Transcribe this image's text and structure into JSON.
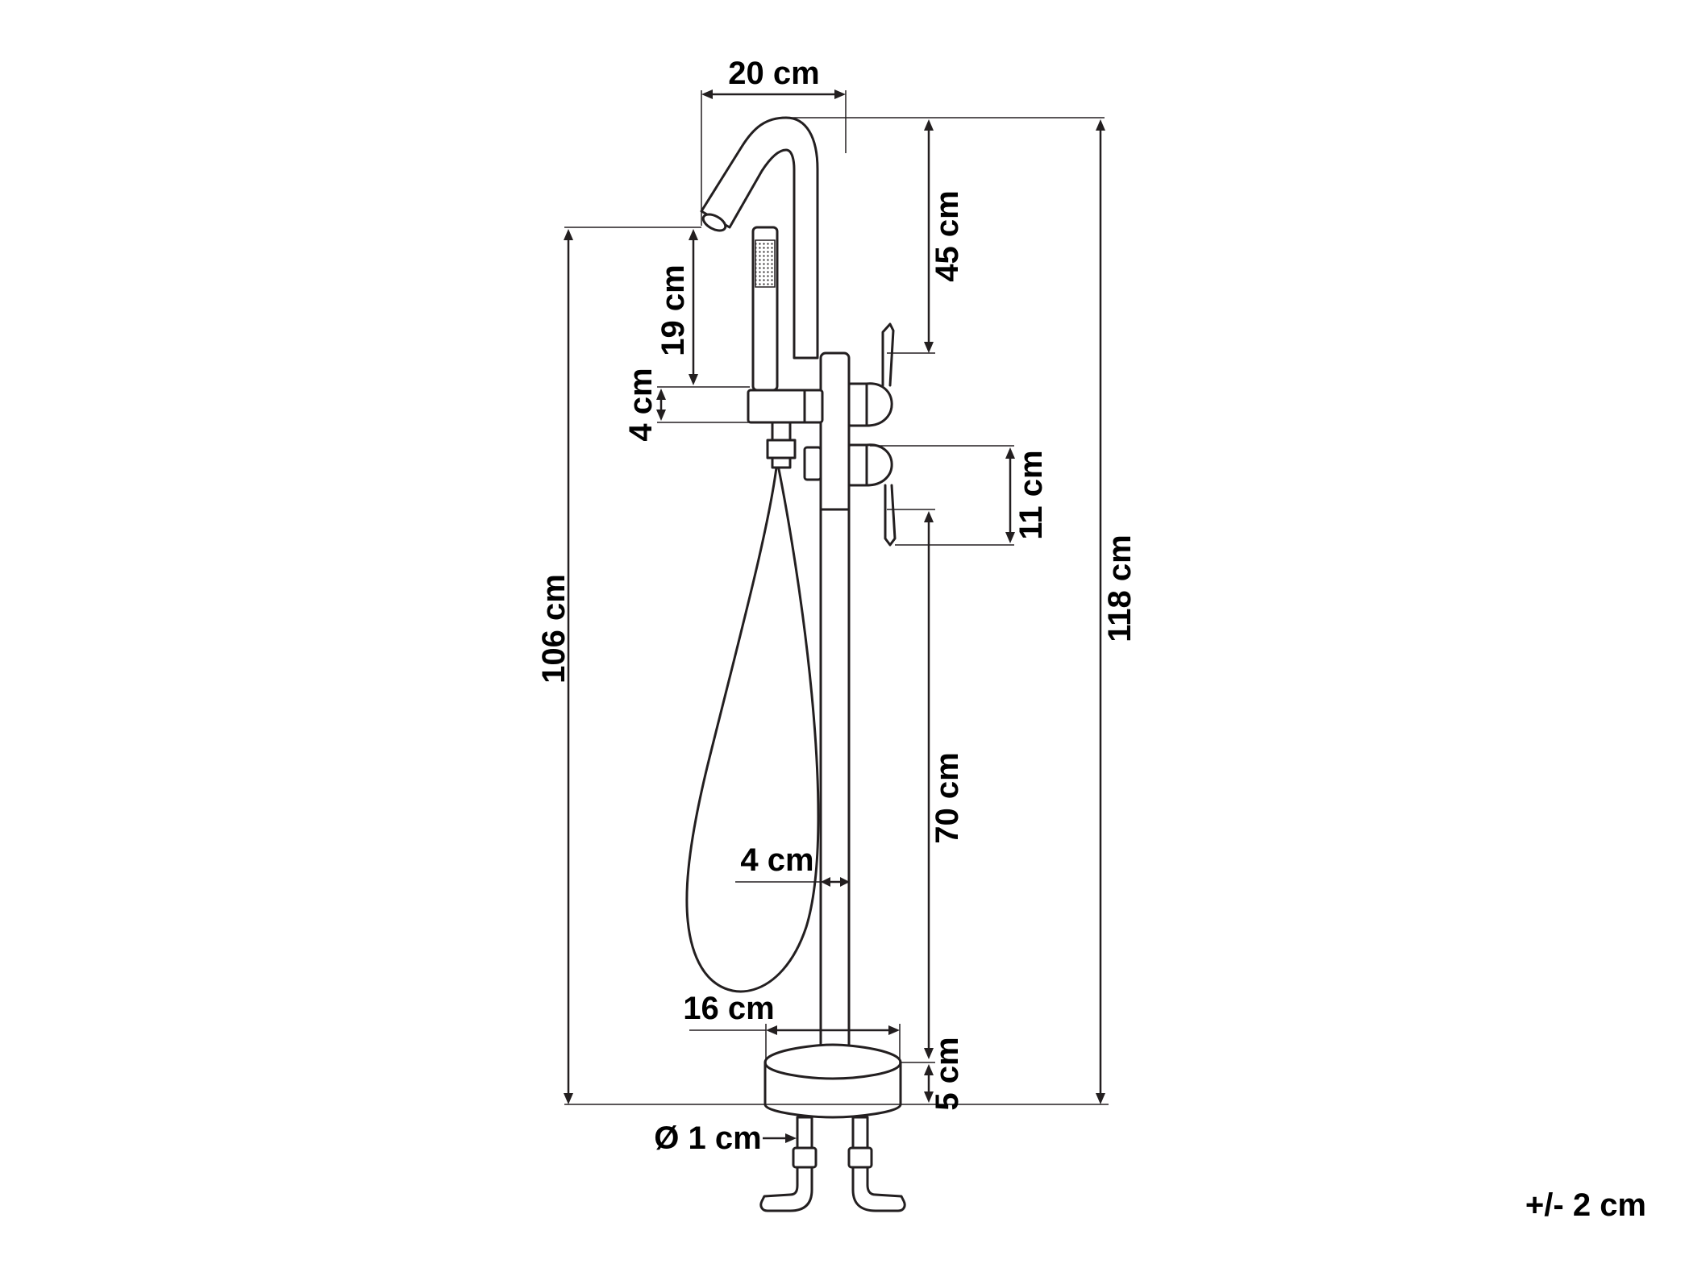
{
  "dimensions": {
    "spout_width": "20 cm",
    "spout_height": "45 cm",
    "shower_head": "19 cm",
    "holder": "4 cm",
    "lever_gap": "11 cm",
    "total_spout": "106 cm",
    "total_height": "118 cm",
    "column_height": "70 cm",
    "column_width": "4 cm",
    "base_width": "16 cm",
    "base_height": "5 cm",
    "pipe_diameter": "Ø 1 cm"
  },
  "tolerance": "+/- 2 cm",
  "colors": {
    "line": "#231f20",
    "background": "#ffffff"
  }
}
